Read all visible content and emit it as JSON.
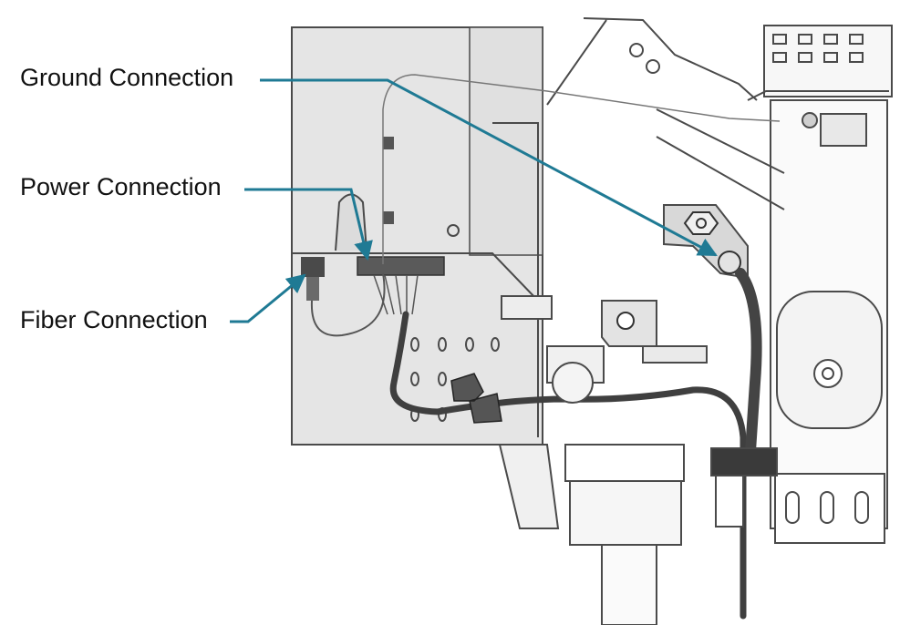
{
  "callouts": {
    "ground": "Ground Connection",
    "power": "Power Connection",
    "fiber": "Fiber Connection"
  },
  "colors": {
    "leader": "#1f7a94",
    "panel": "#e5e5e5",
    "outline": "#4a4a4a",
    "cable": "#3f3f3f"
  }
}
